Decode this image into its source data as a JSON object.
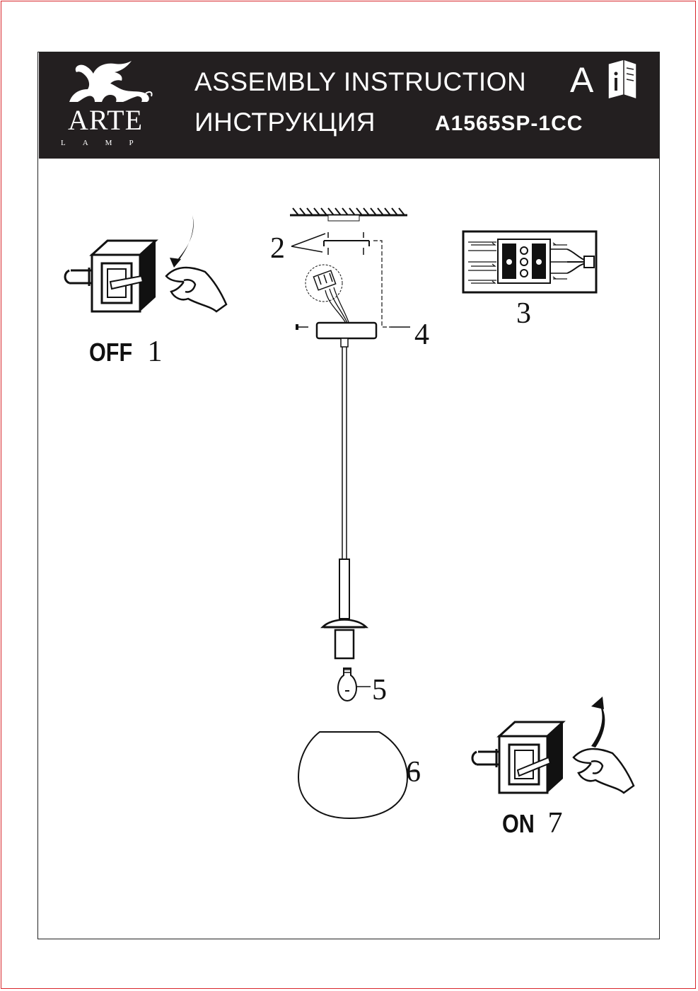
{
  "header": {
    "brand": "ARTE",
    "brand_sub": "LAMP",
    "title_en": "ASSEMBLY  INSTRUCTION",
    "title_ru": "ИНСТРУКЦИЯ",
    "model": "A1565SP-1CC",
    "lang_letter": "A",
    "icons": [
      "lion-logo-icon",
      "info-book-icon"
    ]
  },
  "steps": {
    "off_state": "OFF",
    "off_num": "1",
    "screws_num": "2",
    "terminal_num": "3",
    "canopy_num": "4",
    "bulb_num": "5",
    "shade_num": "6",
    "on_state": "ON",
    "on_num": "7"
  },
  "colors": {
    "header_bg": "#231f20",
    "page_border": "#d8262b",
    "line": "#111111"
  }
}
